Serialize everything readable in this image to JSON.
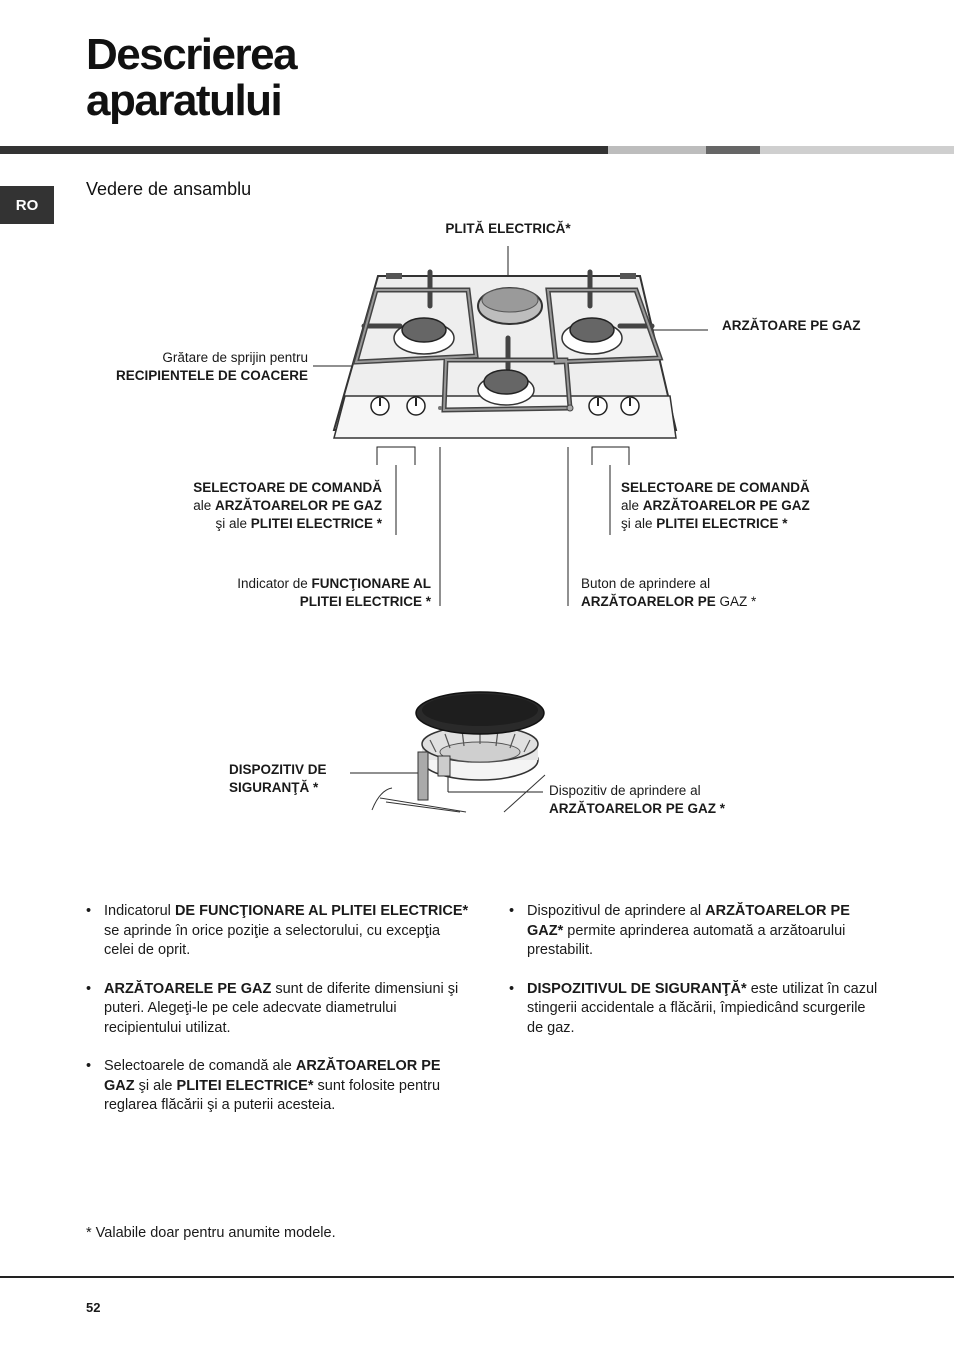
{
  "title_lines": [
    "Descrierea",
    "aparatului"
  ],
  "lang_tab": "RO",
  "subtitle": "Vedere de ansamblu",
  "labels": {
    "hotplate": "PLITĂ ELECTRICĂ*",
    "burners": "ARZĂTOARE PE GAZ",
    "grid_pre": "Grătare de sprijin pentru",
    "grid_bold": "RECIPIENTELE DE COACERE",
    "sel_left_l1": "SELECTOARE DE COMANDĂ",
    "sel_left_l2_pre": "ale ",
    "sel_left_l2_bold": "ARZĂTOARELOR PE GAZ",
    "sel_left_l3_pre": "şi ale ",
    "sel_left_l3_bold": "PLITEI ELECTRICE *",
    "sel_right_l1": "SELECTOARE DE COMANDĂ",
    "sel_right_l2_pre": "ale ",
    "sel_right_l2_bold": "ARZĂTOARELOR PE GAZ",
    "sel_right_l3_pre": "şi ale ",
    "sel_right_l3_bold": "PLITEI ELECTRICE *",
    "ind_pre": "Indicator de ",
    "ind_bold1": "FUNCŢIONARE AL",
    "ind_bold2": "PLITEI ELECTRICE *",
    "btn_l1": "Buton de aprindere al",
    "btn_bold": "ARZĂTOARELOR PE",
    "btn_post": " GAZ *",
    "safety_l1": "DISPOZITIV DE",
    "safety_l2": "SIGURANŢĂ *",
    "ign_l1": "Dispozitiv de aprindere al",
    "ign_bold": "ARZĂTOARELOR PE GAZ *"
  },
  "bullets_left": [
    {
      "pre": "Indicatorul ",
      "bold": "DE FUNCŢIONARE AL PLITEI ELECTRICE*",
      "post": " se aprinde în orice poziţie a selectorului, cu excepţia celei de oprit."
    },
    {
      "pre": "",
      "bold": "ARZĂTOARELE PE GAZ",
      "post": " sunt de diferite dimensiuni şi puteri. Alegeţi-le pe cele adecvate diametrului recipientului utilizat."
    },
    {
      "pre": "Selectoarele de comandă ale ",
      "bold": "ARZĂTOARELOR PE GAZ",
      "mid": " şi ale ",
      "bold2": "PLITEI ELECTRICE*",
      "post": " sunt folosite pentru reglarea flăcării şi a puterii acesteia."
    }
  ],
  "bullets_right": [
    {
      "pre": "Dispozitivul de aprindere al ",
      "bold": "ARZĂTOARELOR PE GAZ*",
      "post": " permite aprinderea automată a arzătoarului prestabilit."
    },
    {
      "pre": "",
      "bold": "DISPOZITIVUL DE SIGURANŢĂ*",
      "post": " este utilizat în cazul stingerii accidentale a flăcării, împiedicând scurgerile de gaz."
    }
  ],
  "footnote_mark": "*",
  "footnote": " Valabile doar pentru anumite modele.",
  "page_number": "52",
  "colors": {
    "dark_bar": "#333333",
    "light_bar": "#bdbdbd",
    "mid_bar": "#666666",
    "cooktop_fill": "#eeeeee"
  }
}
